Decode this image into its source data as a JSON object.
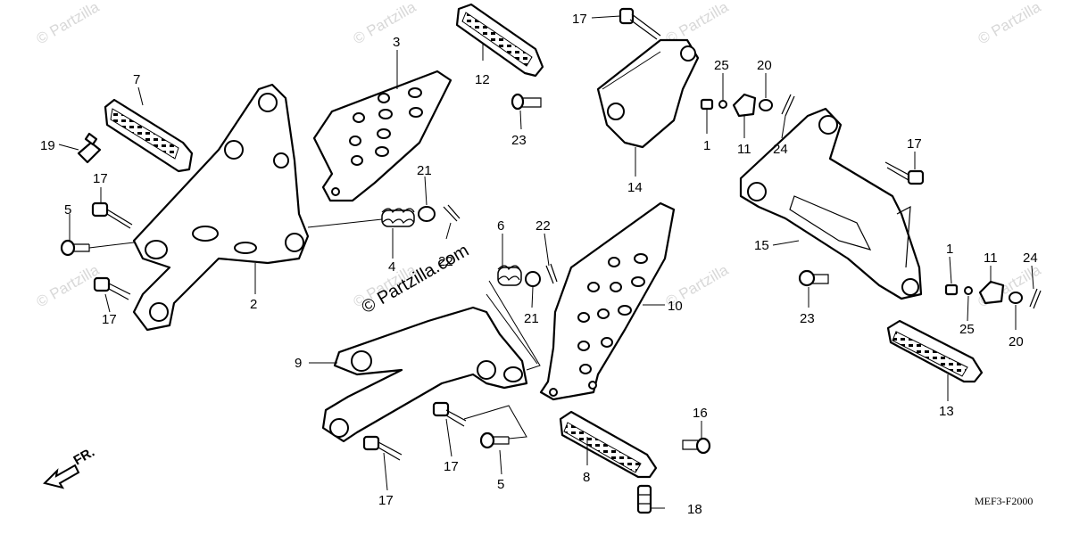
{
  "diagram": {
    "code": "MEF3-F2000",
    "watermark_main": "© Partzilla.com",
    "watermark_faint": "© Partzilla",
    "front_arrow_label": "FR."
  },
  "callouts": [
    {
      "id": "c1a",
      "text": "1"
    },
    {
      "id": "c1b",
      "text": "1"
    },
    {
      "id": "c2",
      "text": "2"
    },
    {
      "id": "c3",
      "text": "3"
    },
    {
      "id": "c4",
      "text": "4"
    },
    {
      "id": "c5a",
      "text": "5"
    },
    {
      "id": "c5b",
      "text": "5"
    },
    {
      "id": "c6",
      "text": "6"
    },
    {
      "id": "c7",
      "text": "7"
    },
    {
      "id": "c8",
      "text": "8"
    },
    {
      "id": "c9",
      "text": "9"
    },
    {
      "id": "c10",
      "text": "10"
    },
    {
      "id": "c11a",
      "text": "11"
    },
    {
      "id": "c11b",
      "text": "11"
    },
    {
      "id": "c12",
      "text": "12"
    },
    {
      "id": "c13",
      "text": "13"
    },
    {
      "id": "c14",
      "text": "14"
    },
    {
      "id": "c15",
      "text": "15"
    },
    {
      "id": "c16",
      "text": "16"
    },
    {
      "id": "c17a",
      "text": "17"
    },
    {
      "id": "c17b",
      "text": "17"
    },
    {
      "id": "c17c",
      "text": "17"
    },
    {
      "id": "c17d",
      "text": "17"
    },
    {
      "id": "c17e",
      "text": "17"
    },
    {
      "id": "c17f",
      "text": "17"
    },
    {
      "id": "c18",
      "text": "18"
    },
    {
      "id": "c19",
      "text": "19"
    },
    {
      "id": "c20a",
      "text": "20"
    },
    {
      "id": "c20b",
      "text": "20"
    },
    {
      "id": "c21a",
      "text": "21"
    },
    {
      "id": "c21b",
      "text": "21"
    },
    {
      "id": "c22a",
      "text": "22"
    },
    {
      "id": "c22b",
      "text": "22"
    },
    {
      "id": "c23a",
      "text": "23"
    },
    {
      "id": "c23b",
      "text": "23"
    },
    {
      "id": "c24a",
      "text": "24"
    },
    {
      "id": "c24b",
      "text": "24"
    },
    {
      "id": "c25a",
      "text": "25"
    },
    {
      "id": "c25b",
      "text": "25"
    }
  ]
}
